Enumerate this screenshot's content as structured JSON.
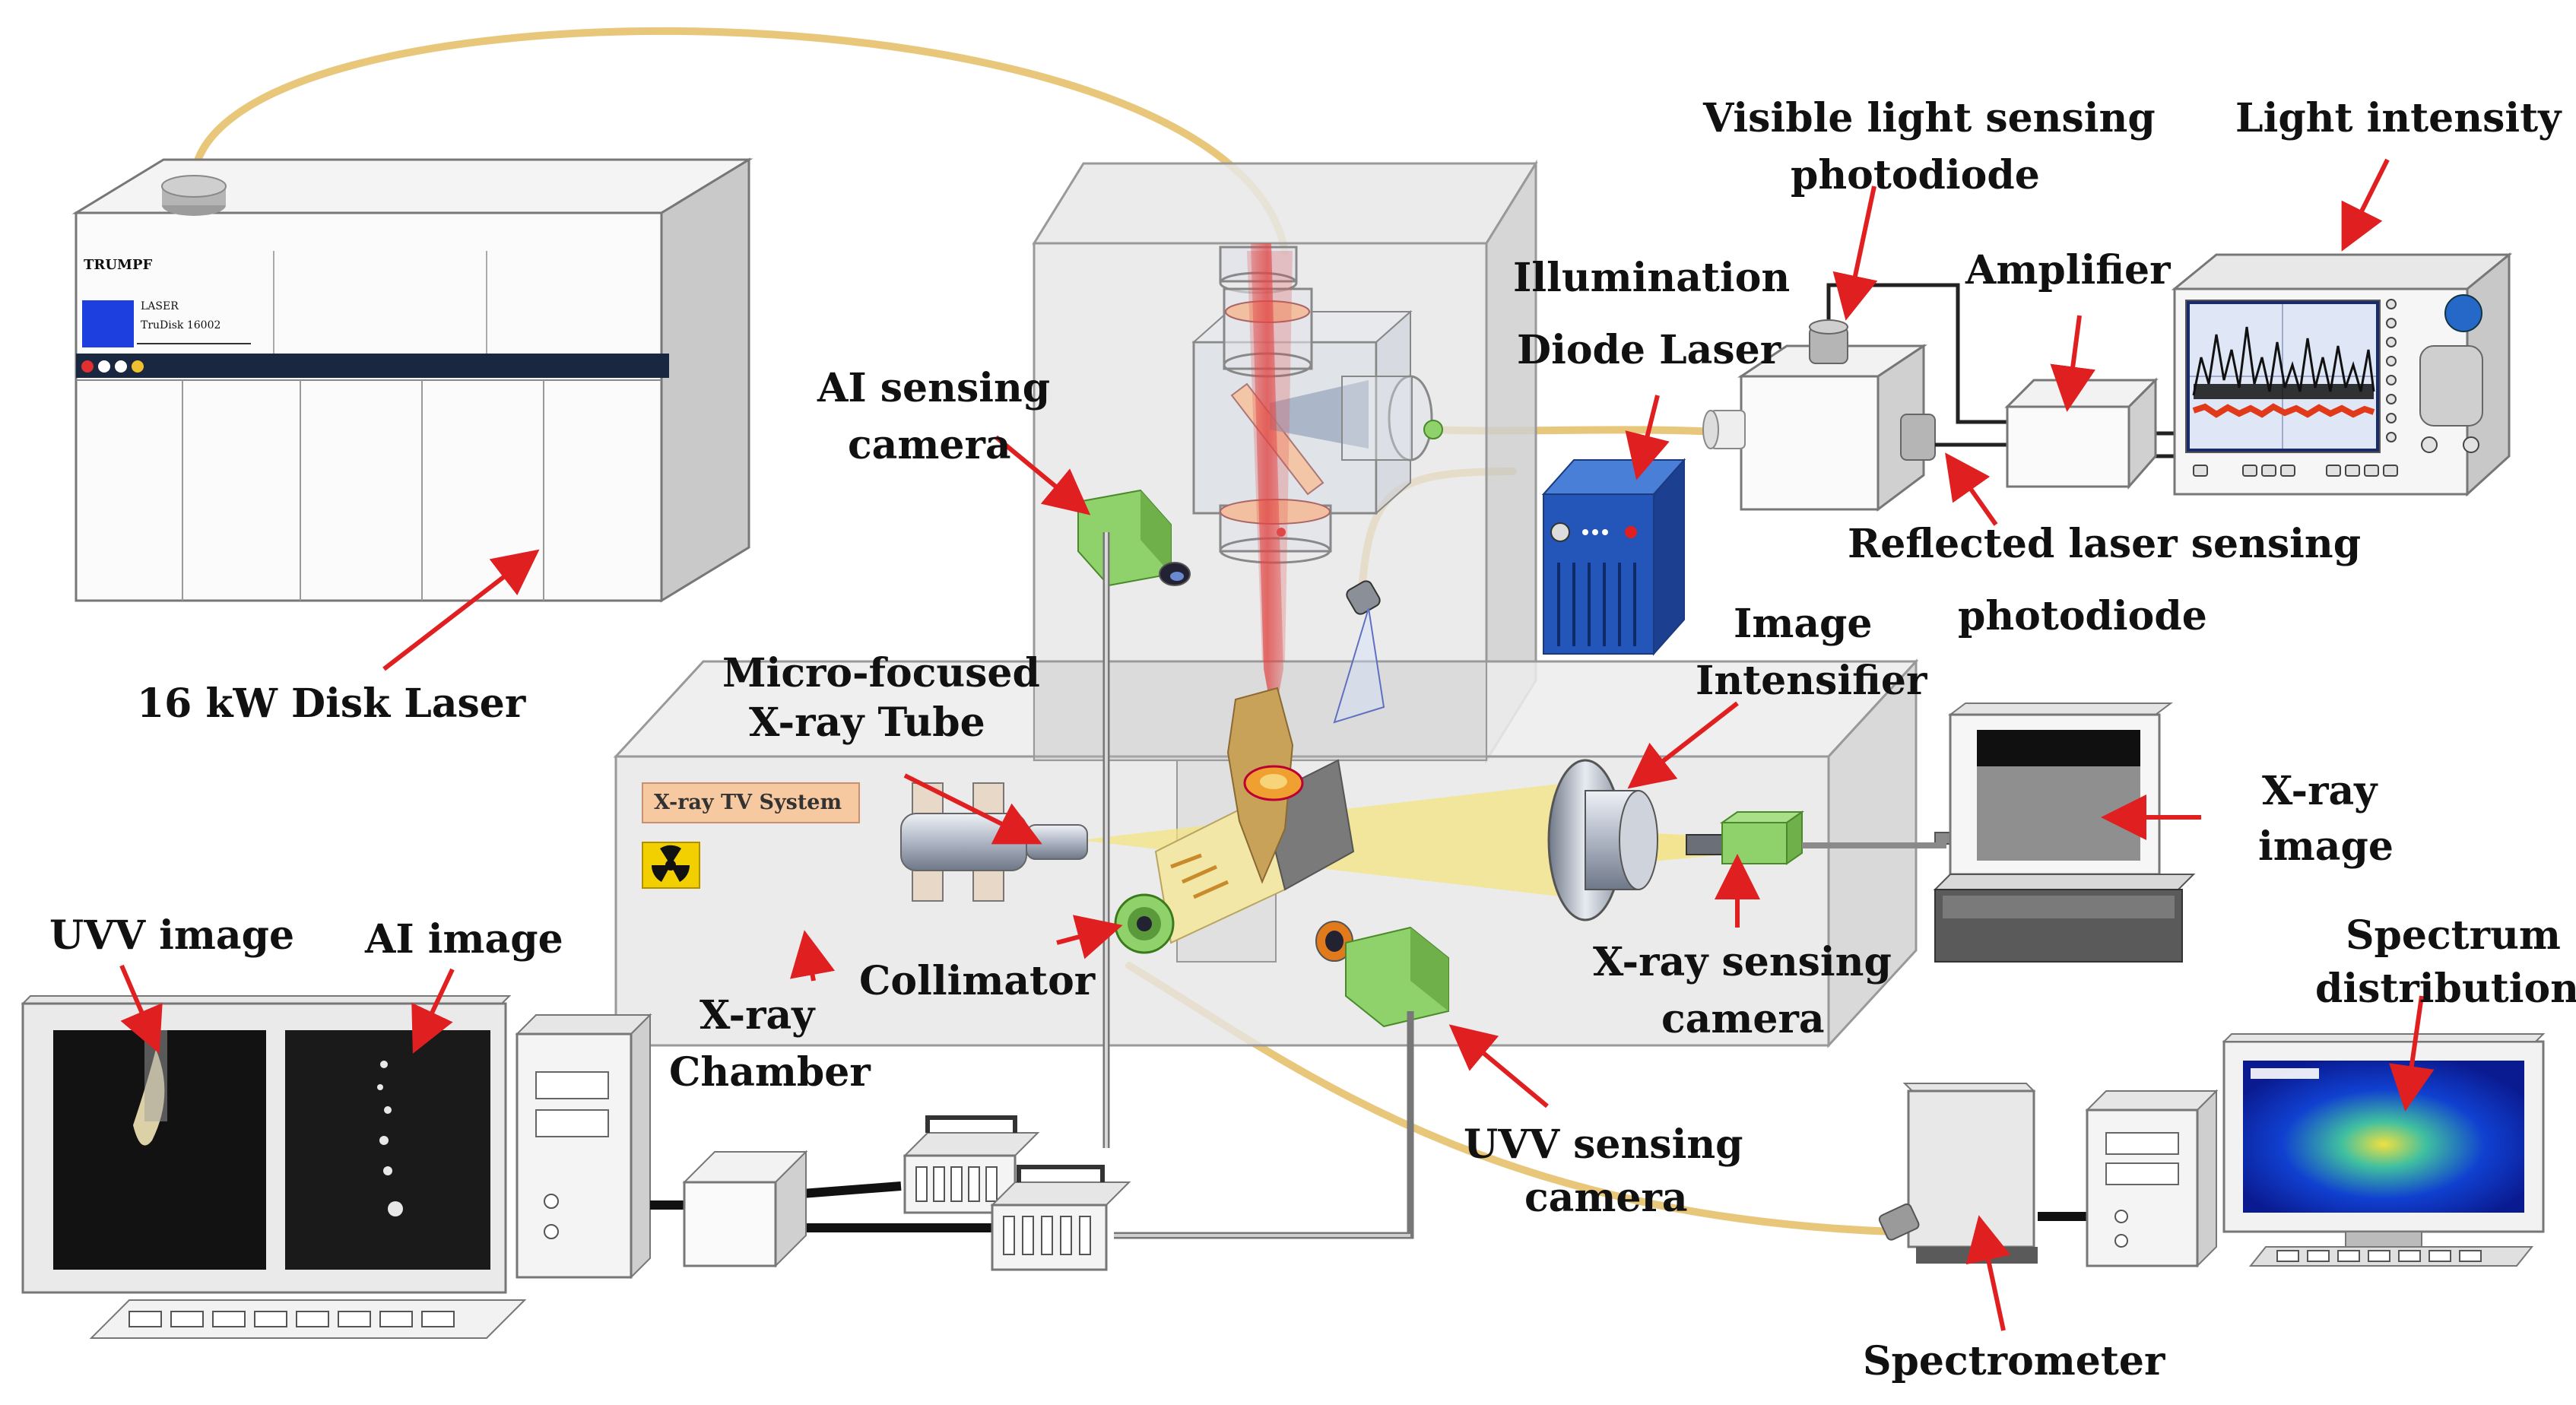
{
  "labels": {
    "disk_laser": "16 kW Disk Laser",
    "visible_pd_line1": "Visible light sensing",
    "visible_pd_line2": "photodiode",
    "light_intensity": "Light intensity",
    "illumination_line1": "Illumination",
    "illumination_line2": "Diode Laser",
    "amplifier": "Amplifier",
    "reflected_pd_line1": "Reflected laser sensing",
    "reflected_pd_line2": "photodiode",
    "ai_cam_line1": "AI sensing",
    "ai_cam_line2": "camera",
    "xray_tube_line1": "Micro-focused",
    "xray_tube_line2": "X-ray Tube",
    "image_int_line1": "Image",
    "image_int_line2": "Intensifier",
    "xray_image_line1": "X-ray",
    "xray_image_line2": "image",
    "xray_cam_line1": "X-ray sensing",
    "xray_cam_line2": "camera",
    "spectrum_line1": "Spectrum",
    "spectrum_line2": "distribution",
    "uvv_image": "UVV image",
    "ai_image": "AI image",
    "collimator": "Collimator",
    "chamber_line1": "X-ray",
    "chamber_line2": "Chamber",
    "uvv_cam_line1": "UVV sensing",
    "uvv_cam_line2": "camera",
    "spectrometer": "Spectrometer"
  },
  "laser_unit": {
    "brand": "TRUMPF",
    "model_line1": "LASER",
    "model_line2": "TruDisk 16002"
  },
  "xray_panel": "X-ray TV System",
  "colors": {
    "fiber": "#e8c77a",
    "laser_beam": "#e05050",
    "camera_green": "#8fd16a",
    "arrow_red": "#e02020",
    "xray_yellow": "#f5e27a",
    "panel_orange": "#f7c9a0",
    "diode_blue": "#2356b8",
    "trumpf_bar": "#1a2740"
  },
  "icons": [
    "radiation-icon",
    "arrow-icon"
  ]
}
